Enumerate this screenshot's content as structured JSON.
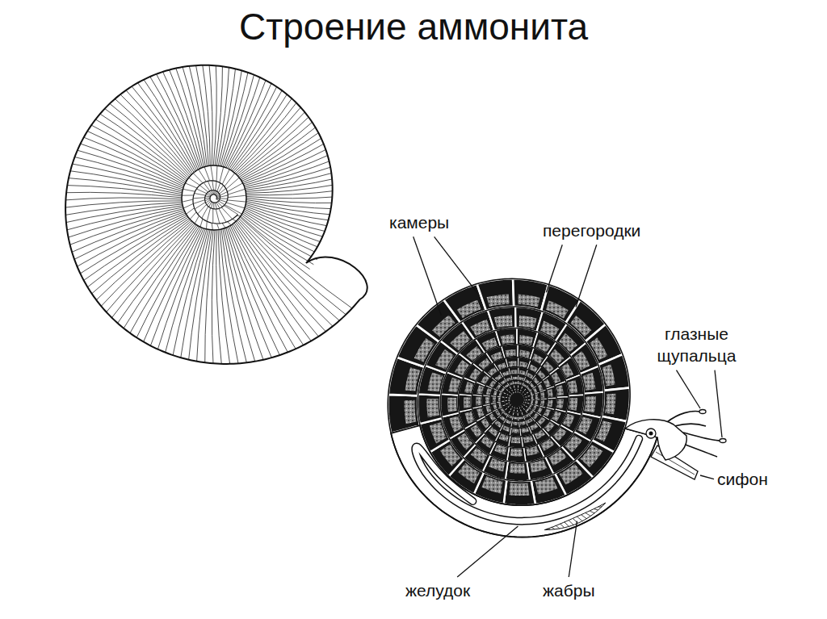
{
  "diagram": {
    "title": "Строение аммонита",
    "labels": [
      "камеры",
      "перегородки",
      "глазные щупальца",
      "сифон",
      "желудок",
      "жабры"
    ]
  }
}
